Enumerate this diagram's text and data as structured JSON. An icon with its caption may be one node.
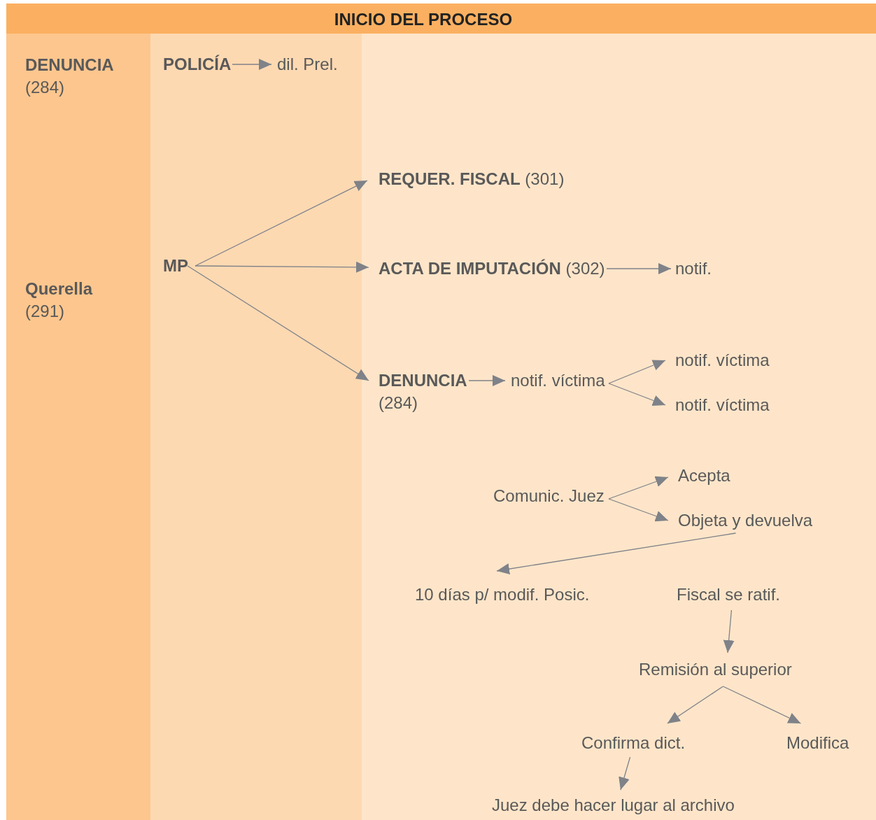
{
  "diagram": {
    "title": "INICIO DEL PROCESO",
    "nodes": [
      {
        "text": [
          "POLICÍA"
        ]
      },
      {
        "text": [
          "dil. Prel."
        ]
      },
      {
        "text": [
          "MP"
        ]
      },
      {
        "text": [
          "**REQUER. FISCAL** (301)"
        ]
      },
      {
        "text": [
          "**ACTA DE IMPUTACIÓN** (302)"
        ]
      },
      {
        "text": [
          "notif."
        ]
      },
      {
        "text": [
          "DENUNCIA",
          "(284)"
        ]
      },
      {
        "text": [
          "notif. víctima"
        ]
      },
      {
        "text": [
          "notif. víctima"
        ]
      },
      {
        "text": [
          "notif. víctima"
        ]
      },
      {
        "text": [
          "Comunic. Juez"
        ]
      },
      {
        "text": [
          "Acepta"
        ]
      },
      {
        "text": [
          "Objeta y devuelva"
        ]
      },
      {
        "text": [
          "10 días p/ modif. Posic."
        ]
      },
      {
        "text": [
          "Fiscal se ratif."
        ]
      },
      {
        "text": [
          "Remisión al superior"
        ]
      },
      {
        "text": [
          "Confirma dict."
        ]
      },
      {
        "text": [
          "Modifica"
        ]
      },
      {
        "text": [
          "Juez debe hacer lugar al archivo"
        ]
      }
    ],
    "edges": [
      {
        "from": 0,
        "to": 1,
        "arrow": "to"
      },
      {
        "from": 2,
        "to": 3,
        "arrow": "to"
      },
      {
        "from": 2,
        "to": 4,
        "arrow": "to"
      },
      {
        "from": 2,
        "to": 6,
        "arrow": "to"
      },
      {
        "from": 4,
        "to": 5,
        "arrow": "to"
      },
      {
        "from": 6,
        "to": 7,
        "arrow": "to"
      },
      {
        "from": 7,
        "to": 8,
        "arrow": "to"
      },
      {
        "from": 7,
        "to": 9,
        "arrow": "to"
      },
      {
        "from": 10,
        "to": 11,
        "arrow": "to"
      },
      {
        "from": 10,
        "to": 12,
        "arrow": "to"
      },
      {
        "from": 12,
        "to": 13,
        "arrow": "to"
      },
      {
        "from": 14,
        "to": 15,
        "arrow": "to"
      },
      {
        "from": 15,
        "to": 16,
        "arrow": "to"
      },
      {
        "from": 15,
        "to": 17,
        "arrow": "to"
      },
      {
        "from": 16,
        "to": 18,
        "arrow": "to"
      }
    ],
    "labels": [
      "DENUNCIA",
      "(284)",
      "Querella",
      "(291)"
    ]
  }
}
